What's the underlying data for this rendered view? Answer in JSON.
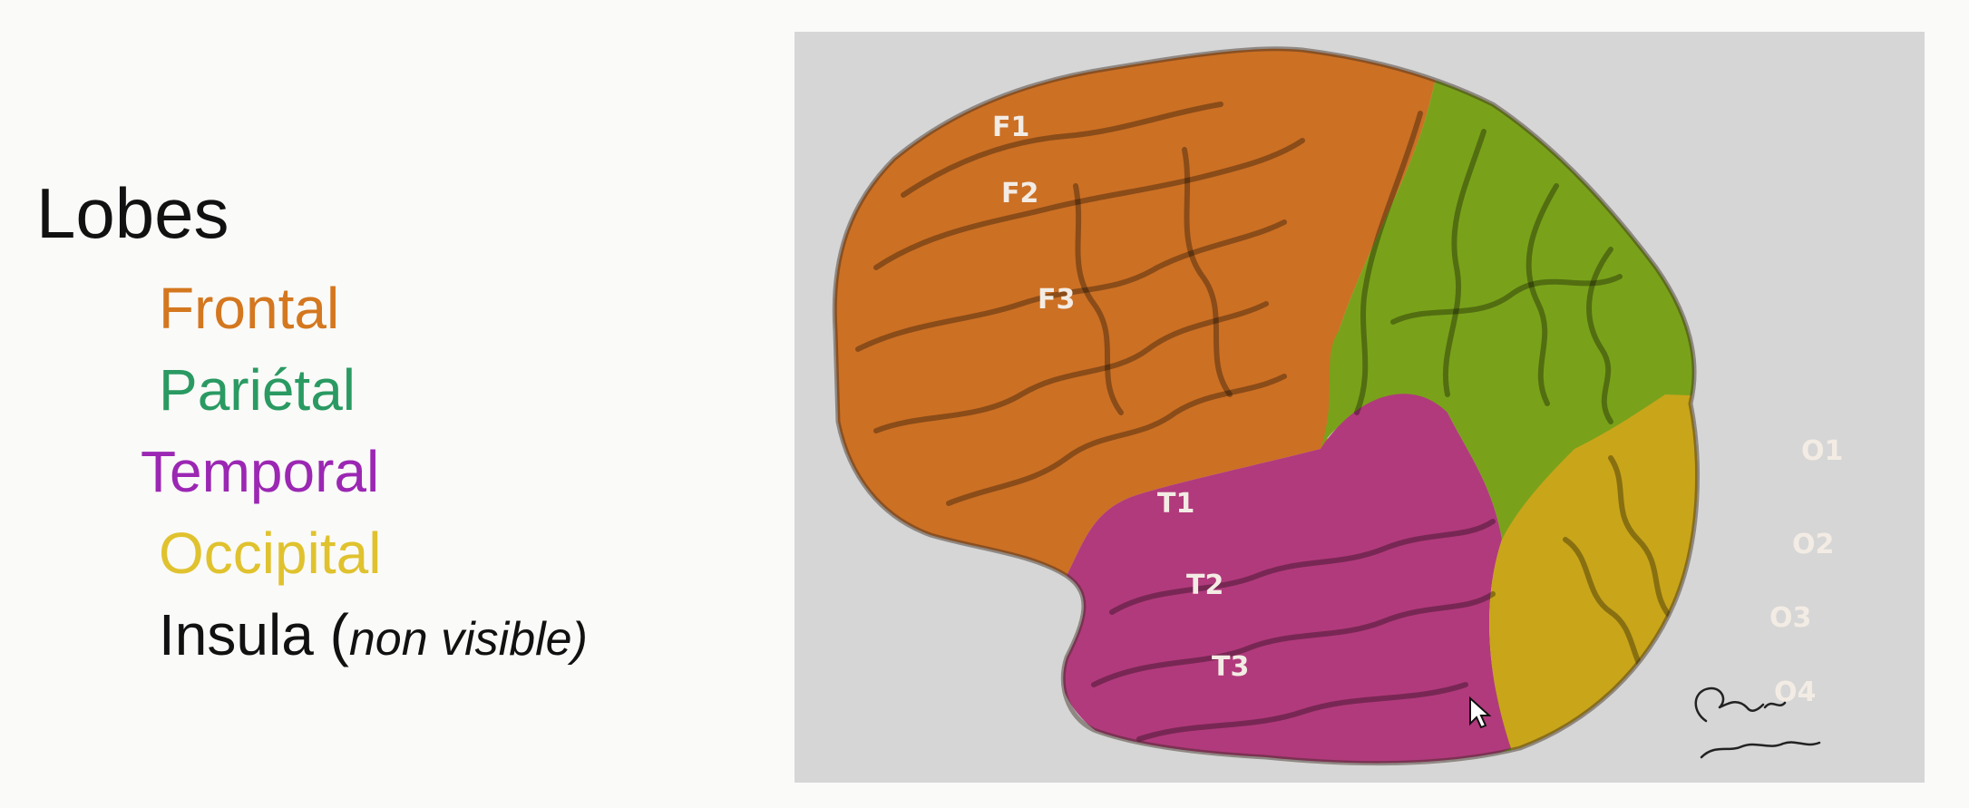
{
  "legend": {
    "title": "Lobes",
    "items": [
      {
        "key": "frontal",
        "label": "Frontal",
        "color": "#d4771f"
      },
      {
        "key": "parietal",
        "label": "Pariétal",
        "color": "#2a9a62"
      },
      {
        "key": "temporal",
        "label": "Temporal",
        "color": "#9b27b3"
      },
      {
        "key": "occipital",
        "label": "Occipital",
        "color": "#e0c22e"
      }
    ],
    "insula": {
      "label": "Insula (",
      "note": "non visible)"
    }
  },
  "brain": {
    "lobe_colors": {
      "frontal": "#cc7024",
      "parietal": "#79a21a",
      "temporal": "#b13a7c",
      "occipital": "#c9a51a",
      "background": "#d6d6d6"
    },
    "labels": {
      "f1": "F1",
      "f2": "F2",
      "f3": "F3",
      "t1": "T1",
      "t2": "T2",
      "t3": "T3",
      "o1": "O1",
      "o2": "O2",
      "o3": "O3",
      "o4": "O4"
    }
  }
}
